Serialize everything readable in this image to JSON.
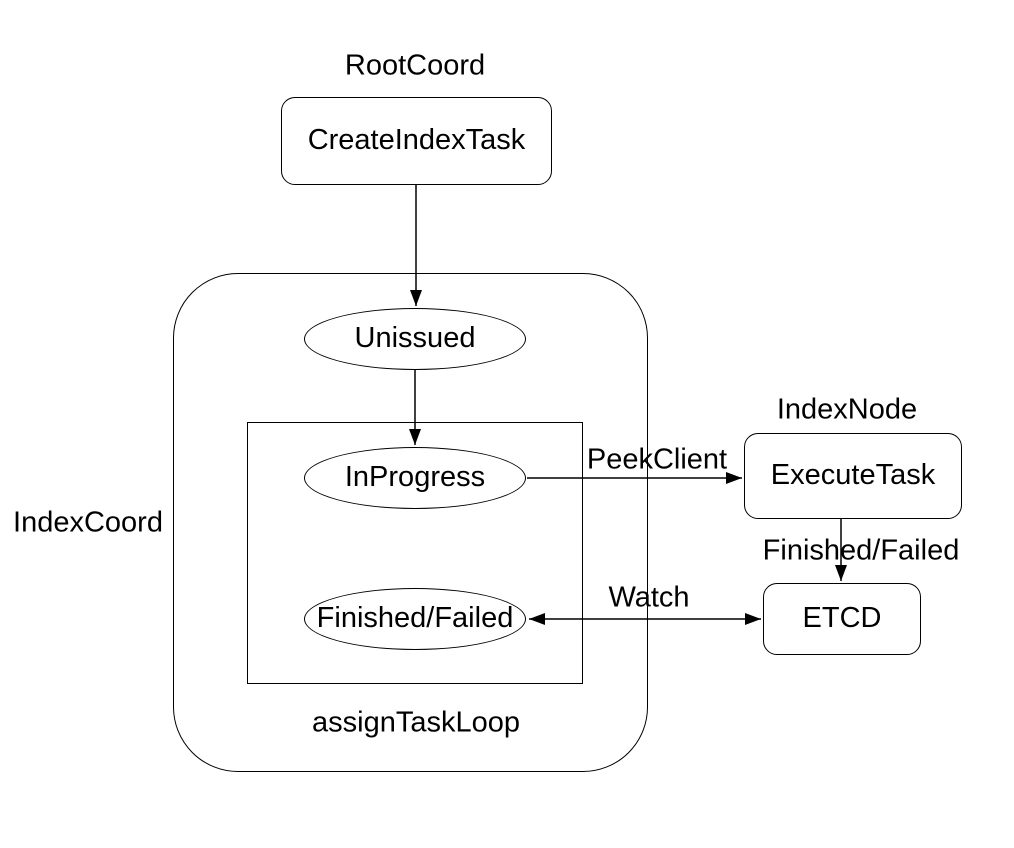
{
  "diagram": {
    "type": "flowchart",
    "colors": {
      "background": "#ffffff",
      "stroke": "#000000",
      "text": "#000000"
    },
    "section_labels": {
      "root_coord": "RootCoord",
      "index_coord": "IndexCoord",
      "index_node": "IndexNode",
      "assign_task_loop": "assignTaskLoop"
    },
    "nodes": {
      "create_index_task": "CreateIndexTask",
      "unissued": "Unissued",
      "in_progress": "InProgress",
      "finished_failed": "Finished/Failed",
      "execute_task": "ExecuteTask",
      "etcd": "ETCD"
    },
    "edges": [
      {
        "from": "CreateIndexTask",
        "to": "Unissued",
        "label": "",
        "direction": "down",
        "bidirectional": false
      },
      {
        "from": "Unissued",
        "to": "InProgress",
        "label": "",
        "direction": "down",
        "bidirectional": false
      },
      {
        "from": "InProgress",
        "to": "ExecuteTask",
        "label": "PeekClient",
        "direction": "right",
        "bidirectional": false
      },
      {
        "from": "ExecuteTask",
        "to": "ETCD",
        "label": "Finished/Failed",
        "direction": "down",
        "bidirectional": false
      },
      {
        "from": "Finished/Failed",
        "to": "ETCD",
        "label": "Watch",
        "direction": "right",
        "bidirectional": true
      }
    ]
  }
}
